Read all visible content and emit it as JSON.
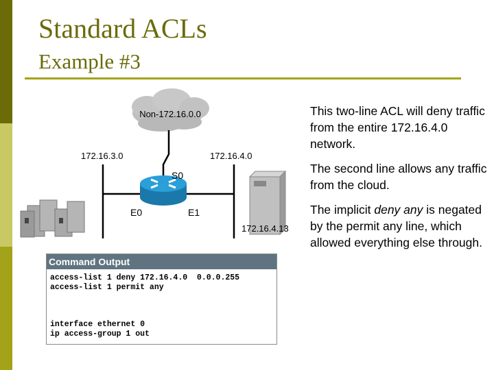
{
  "slide": {
    "title": "Standard ACLs",
    "subtitle": "Example #3"
  },
  "diagram": {
    "cloud_label": "Non-172.16.0.0",
    "left_network": "172.16.3.0",
    "right_network": "172.16.4.0",
    "serial_interface": "S0",
    "eth0_interface": "E0",
    "eth1_interface": "E1",
    "host_label": "172.16.4.13"
  },
  "command_output": {
    "header": "Command Output",
    "lines": [
      "access-list 1 deny 172.16.4.0  0.0.0.255",
      "access-list 1 permit any",
      "interface ethernet 0",
      "ip access-group 1 out"
    ]
  },
  "bullets": [
    "This two-line ACL will deny traffic from the entire 172.16.4.0 network.",
    "The second line allows any traffic from the cloud.",
    {
      "pre": "The implicit ",
      "em": "deny any",
      "post": " is negated by the permit any line, which allowed everything else through."
    }
  ],
  "colors": {
    "sidebar_dark": "#6b6b0a",
    "sidebar_light": "#c8c864",
    "sidebar_mid": "#a3a319",
    "router": "#1e8fc8",
    "cmd_header": "#5f7480"
  }
}
